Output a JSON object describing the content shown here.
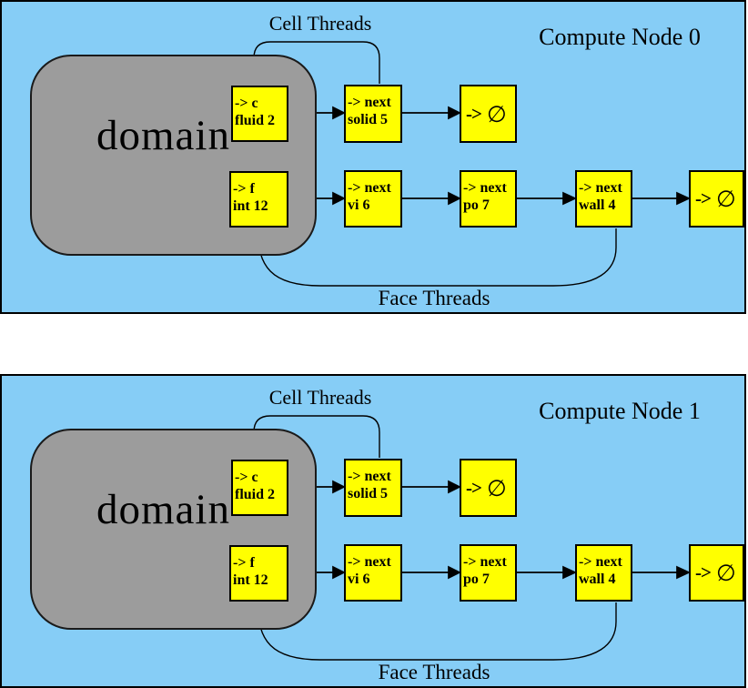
{
  "colors": {
    "panel_background": "#86CDF6",
    "panel_border": "#000000",
    "domain_fill": "#9C9C9C",
    "thread_box_fill": "#FFFF00",
    "line_color": "#000000",
    "text_color": "#000000"
  },
  "panels": [
    {
      "title": "Compute Node 0",
      "cell_threads_label": "Cell Threads",
      "face_threads_label": "Face Threads",
      "domain_label": "domain",
      "boxes": {
        "cell_head": {
          "line1": "-> c",
          "line2": "fluid 2"
        },
        "cell_1": {
          "line1": "-> next",
          "line2": "solid 5"
        },
        "cell_null": {
          "arrow": "->",
          "symbol": "∅"
        },
        "face_head": {
          "line1": "-> f",
          "line2": "int 12"
        },
        "face_1": {
          "line1": "-> next",
          "line2": "vi 6"
        },
        "face_2": {
          "line1": "-> next",
          "line2": "po 7"
        },
        "face_3": {
          "line1": "-> next",
          "line2": "wall 4"
        },
        "face_null": {
          "arrow": "->",
          "symbol": "∅"
        }
      }
    },
    {
      "title": "Compute Node 1",
      "cell_threads_label": "Cell Threads",
      "face_threads_label": "Face Threads",
      "domain_label": "domain",
      "boxes": {
        "cell_head": {
          "line1": "-> c",
          "line2": "fluid 2"
        },
        "cell_1": {
          "line1": "-> next",
          "line2": "solid 5"
        },
        "cell_null": {
          "arrow": "->",
          "symbol": "∅"
        },
        "face_head": {
          "line1": "-> f",
          "line2": "int 12"
        },
        "face_1": {
          "line1": "-> next",
          "line2": "vi 6"
        },
        "face_2": {
          "line1": "-> next",
          "line2": "po 7"
        },
        "face_3": {
          "line1": "-> next",
          "line2": "wall 4"
        },
        "face_null": {
          "arrow": "->",
          "symbol": "∅"
        }
      }
    }
  ]
}
